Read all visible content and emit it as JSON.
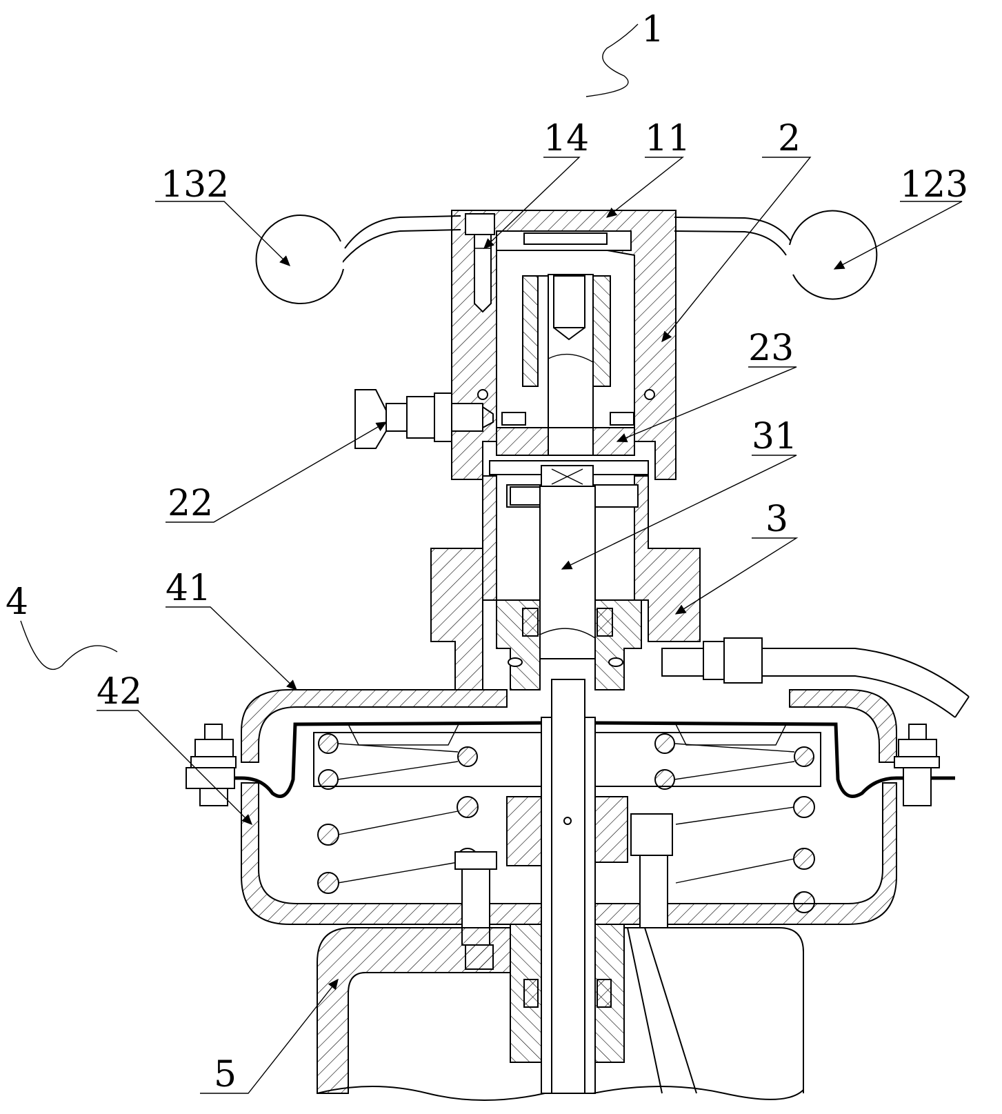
{
  "labels": {
    "l1": "1",
    "l14": "14",
    "l11": "11",
    "l2": "2",
    "l132": "132",
    "l123": "123",
    "l23": "23",
    "l31": "31",
    "l22": "22",
    "l3": "3",
    "l4": "4",
    "l41": "41",
    "l42": "42",
    "l5": "5"
  }
}
